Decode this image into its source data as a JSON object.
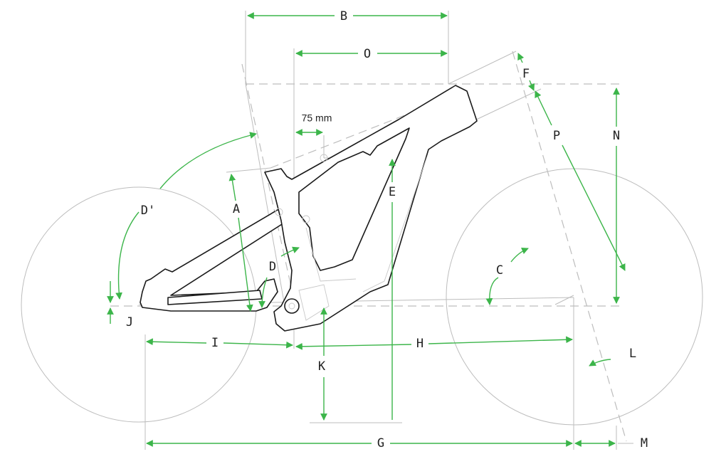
{
  "diagram": {
    "title": "Bike geometry",
    "accent_color": "#3cb54a",
    "labels": {
      "A": "A",
      "B": "B",
      "C": "C",
      "D": "D",
      "D_prime": "D'",
      "E": "E",
      "F": "F",
      "G": "G",
      "H": "H",
      "I": "I",
      "J": "J",
      "K": "K",
      "L": "L",
      "M": "M",
      "N": "N",
      "O": "O",
      "P": "P"
    },
    "annotation_75mm": "75 mm"
  }
}
